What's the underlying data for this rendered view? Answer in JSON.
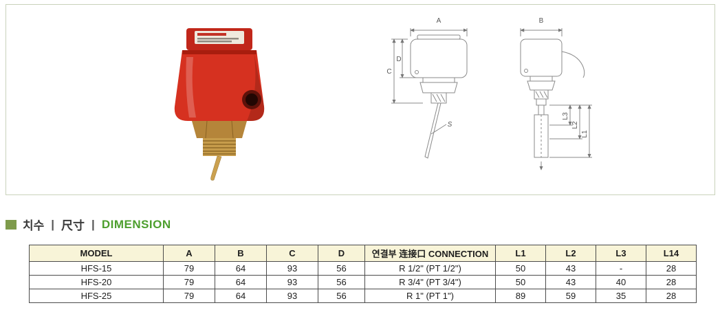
{
  "figure": {
    "drawing_labels": {
      "a": "A",
      "b": "B",
      "c": "C",
      "d": "D",
      "l1": "L1",
      "l2": "L2",
      "l3": "L3",
      "s": "S"
    }
  },
  "section_heading": {
    "ko": "치수",
    "zh": "尺寸",
    "en": "DIMENSION",
    "separator": "|"
  },
  "table": {
    "headers": [
      "MODEL",
      "A",
      "B",
      "C",
      "D",
      "연결부 连接口 CONNECTION",
      "L1",
      "L2",
      "L3",
      "L14"
    ],
    "rows": [
      [
        "HFS-15",
        "79",
        "64",
        "93",
        "56",
        "R 1/2\" (PT 1/2\")",
        "50",
        "43",
        "-",
        "28"
      ],
      [
        "HFS-20",
        "79",
        "64",
        "93",
        "56",
        "R 3/4\" (PT 3/4\")",
        "50",
        "43",
        "40",
        "28"
      ],
      [
        "HFS-25",
        "79",
        "64",
        "93",
        "56",
        "R 1\" (PT 1\")",
        "89",
        "59",
        "35",
        "28"
      ]
    ]
  },
  "colors": {
    "accent_green": "#4d9f2e",
    "bullet_olive": "#7e9b4b",
    "table_header_bg": "#f8f4d8",
    "device_red": "#d63120",
    "brass": "#c79c4b",
    "frame_border": "#c9d2ba"
  }
}
